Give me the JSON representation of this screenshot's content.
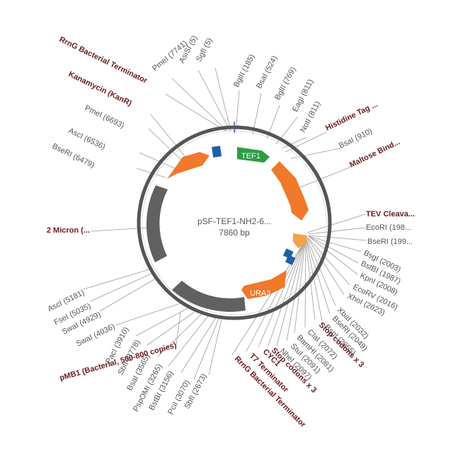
{
  "plasmid": {
    "name": "pSF-TEF1-NH2-6...",
    "size": "7860 bp"
  },
  "colors": {
    "backbone": "#555555",
    "arrow_orange": "#f0792b",
    "promoter_green": "#2e9b47",
    "small_blue": "#1f5fa6",
    "grey_feature": "#616161",
    "light_orange": "#f5a34a",
    "feature_label": "#6b1a1a",
    "site_label": "#555555"
  },
  "features": [
    {
      "name": "TEF1",
      "shape": "arrow",
      "color": "#2e9b47",
      "label": "TEF1"
    },
    {
      "name": "Maltose Binding",
      "shape": "arrow",
      "color": "#f0792b",
      "label": ""
    },
    {
      "name": "URA3",
      "shape": "arrow",
      "color": "#f0792b",
      "label": "URA3"
    },
    {
      "name": "Kanamycin",
      "shape": "arrow",
      "color": "#f0792b",
      "label": ""
    }
  ],
  "labels": [
    {
      "text": "SgfI (5)",
      "kind": "site"
    },
    {
      "text": "AsiSI (5)",
      "kind": "site"
    },
    {
      "text": "PmeI (7741)",
      "kind": "site"
    },
    {
      "text": "RrnG Bacterial Terminator",
      "kind": "feature"
    },
    {
      "text": "Kanamycin (KanR)",
      "kind": "feature"
    },
    {
      "text": "PmeI (6693)",
      "kind": "site"
    },
    {
      "text": "AscI (6536)",
      "kind": "site"
    },
    {
      "text": "BseRI (6479)",
      "kind": "site"
    },
    {
      "text": "BglII (185)",
      "kind": "site"
    },
    {
      "text": "BsaI (524)",
      "kind": "site"
    },
    {
      "text": "BglII (769)",
      "kind": "site"
    },
    {
      "text": "EagI (811)",
      "kind": "site"
    },
    {
      "text": "NotI (811)",
      "kind": "site"
    },
    {
      "text": "Histidine Tag ...",
      "kind": "feature"
    },
    {
      "text": "BsaI (910)",
      "kind": "site"
    },
    {
      "text": "Maltose Bind...",
      "kind": "feature"
    },
    {
      "text": "TEV Cleava...",
      "kind": "feature"
    },
    {
      "text": "EcoRI (198...",
      "kind": "site"
    },
    {
      "text": "BseRI (199...",
      "kind": "site"
    },
    {
      "text": "BsgI (2003)",
      "kind": "site"
    },
    {
      "text": "BstBI (1987)",
      "kind": "site"
    },
    {
      "text": "KpnI (2008)",
      "kind": "site"
    },
    {
      "text": "EcoRV (2016)",
      "kind": "site"
    },
    {
      "text": "XhoI (2023)",
      "kind": "site"
    },
    {
      "text": "XbaI (2032)",
      "kind": "site"
    },
    {
      "text": "BseRI (2049)",
      "kind": "site"
    },
    {
      "text": "BsgI (2055)",
      "kind": "site"
    },
    {
      "text": "Stop codons x 3",
      "kind": "feature"
    },
    {
      "text": "ClaI (2072)",
      "kind": "site"
    },
    {
      "text": "BamHI (2081)",
      "kind": "site"
    },
    {
      "text": "StuI (2091)",
      "kind": "site"
    },
    {
      "text": "NheI (2097)",
      "kind": "site"
    },
    {
      "text": "Stop codons x 3",
      "kind": "feature"
    },
    {
      "text": "CYC1",
      "kind": "feature"
    },
    {
      "text": "T7 Terminator",
      "kind": "feature"
    },
    {
      "text": "RrnG Bacterial Terminator",
      "kind": "feature"
    },
    {
      "text": "SbfI (2673)",
      "kind": "site"
    },
    {
      "text": "PciI (3070)",
      "kind": "site"
    },
    {
      "text": "BstBI (3156)",
      "kind": "site"
    },
    {
      "text": "PspOMI (3265)",
      "kind": "site"
    },
    {
      "text": "BsaI (3565)",
      "kind": "site"
    },
    {
      "text": "SbfI (3778)",
      "kind": "site"
    },
    {
      "text": "PacI (3910)",
      "kind": "site"
    },
    {
      "text": "SwaI (4036)",
      "kind": "site"
    },
    {
      "text": "pMB1 (Bacterial, 500-800 copies)",
      "kind": "feature"
    },
    {
      "text": "SwaI (4929)",
      "kind": "site"
    },
    {
      "text": "FseI (5035)",
      "kind": "site"
    },
    {
      "text": "AscI (5181)",
      "kind": "site"
    },
    {
      "text": "2 Micron (...",
      "kind": "feature"
    }
  ]
}
